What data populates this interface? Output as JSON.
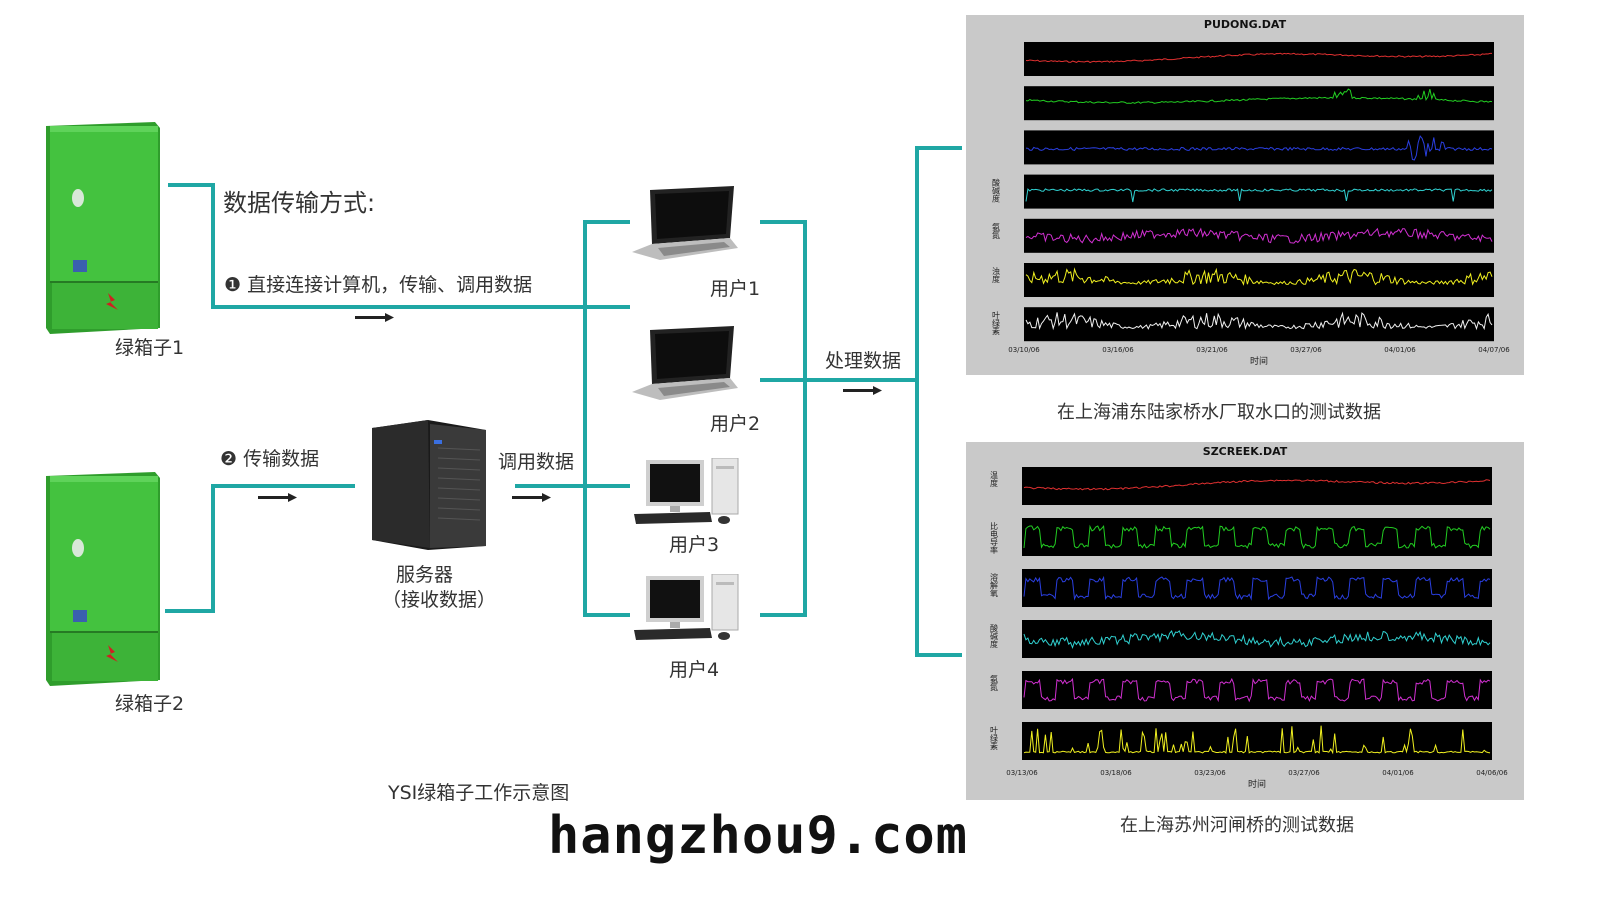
{
  "colors": {
    "teal": "#1fa7a4",
    "cabinet": "#3cbf3a",
    "cabinet_dark": "#2a8f28",
    "plot_bg": "#000000",
    "panel_bg": "#c9c9c9"
  },
  "labels": {
    "cabinet1": "绿箱子1",
    "cabinet2": "绿箱子2",
    "transfer_title": "数据传输方式:",
    "method1": "❶ 直接连接计算机，传输、调用数据",
    "method2": "❷ 传输数据",
    "call_data": "调用数据",
    "server_line1": "服务器",
    "server_line2": "（接收数据）",
    "user1": "用户1",
    "user2": "用户2",
    "user3": "用户3",
    "user4": "用户4",
    "process": "处理数据",
    "caption_top": "在上海浦东陆家桥水厂取水口的测试数据",
    "caption_bottom": "在上海苏州河闸桥的测试数据",
    "diagram_title": "YSI绿箱子工作示意图",
    "website": "hangzhou9.com"
  },
  "icons": [
    "green-cabinet-icon",
    "server-tower-icon",
    "laptop-icon",
    "desktop-computer-icon",
    "flow-arrow-icon"
  ],
  "chart_data": [
    {
      "type": "line",
      "title": "PUDONG.DAT",
      "xlabel": "时间",
      "x_ticks": [
        "03/10/06",
        "03/16/06",
        "03/21/06",
        "03/27/06",
        "04/01/06",
        "04/07/06"
      ],
      "series": [
        {
          "name": "",
          "color": "#e03030",
          "style": "smooth"
        },
        {
          "name": "",
          "color": "#22cc22",
          "style": "smooth-spikes"
        },
        {
          "name": "",
          "color": "#2a3fe0",
          "style": "smooth-burst"
        },
        {
          "name": "酸碱度",
          "color": "#30d0d0",
          "style": "flat-dips"
        },
        {
          "name": "氨氮",
          "color": "#d030d0",
          "style": "noisy"
        },
        {
          "name": "浊度",
          "color": "#f0f020",
          "style": "dense"
        },
        {
          "name": "叶绿素",
          "color": "#f0f0f0",
          "style": "dense"
        }
      ]
    },
    {
      "type": "line",
      "title": "SZCREEK.DAT",
      "xlabel": "时间",
      "x_ticks": [
        "03/13/06",
        "03/18/06",
        "03/23/06",
        "03/27/06",
        "04/01/06",
        "04/06/06"
      ],
      "series": [
        {
          "name": "温度",
          "color": "#e03030",
          "style": "smooth"
        },
        {
          "name": "比电导率",
          "color": "#22cc22",
          "style": "square"
        },
        {
          "name": "溶解氧",
          "color": "#2a3fe0",
          "style": "square"
        },
        {
          "name": "酸碱度",
          "color": "#30d0d0",
          "style": "noisy"
        },
        {
          "name": "氨氮",
          "color": "#d030d0",
          "style": "square"
        },
        {
          "name": "叶绿素",
          "color": "#f0f020",
          "style": "spikes"
        }
      ]
    }
  ]
}
